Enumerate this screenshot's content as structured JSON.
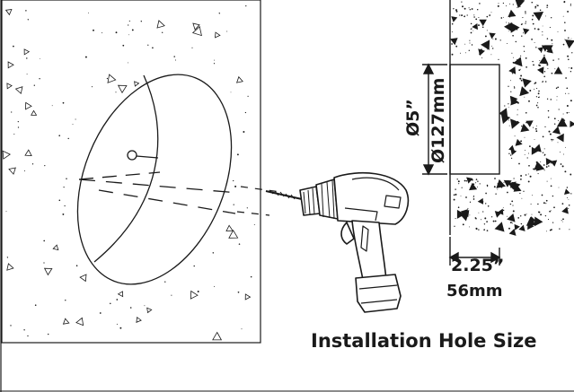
{
  "diagram": {
    "caption": "Installation Hole Size",
    "diameter_label": {
      "inches": "Ø5”",
      "mm": "Ø127mm"
    },
    "depth_label": {
      "inches": "2.25”",
      "mm": "56mm"
    },
    "icons": [
      "concrete-wall",
      "cordless-drill-icon",
      "dimension-arrow-icon"
    ],
    "colors": {
      "line": "#1a1a1a",
      "background": "#ffffff"
    }
  }
}
